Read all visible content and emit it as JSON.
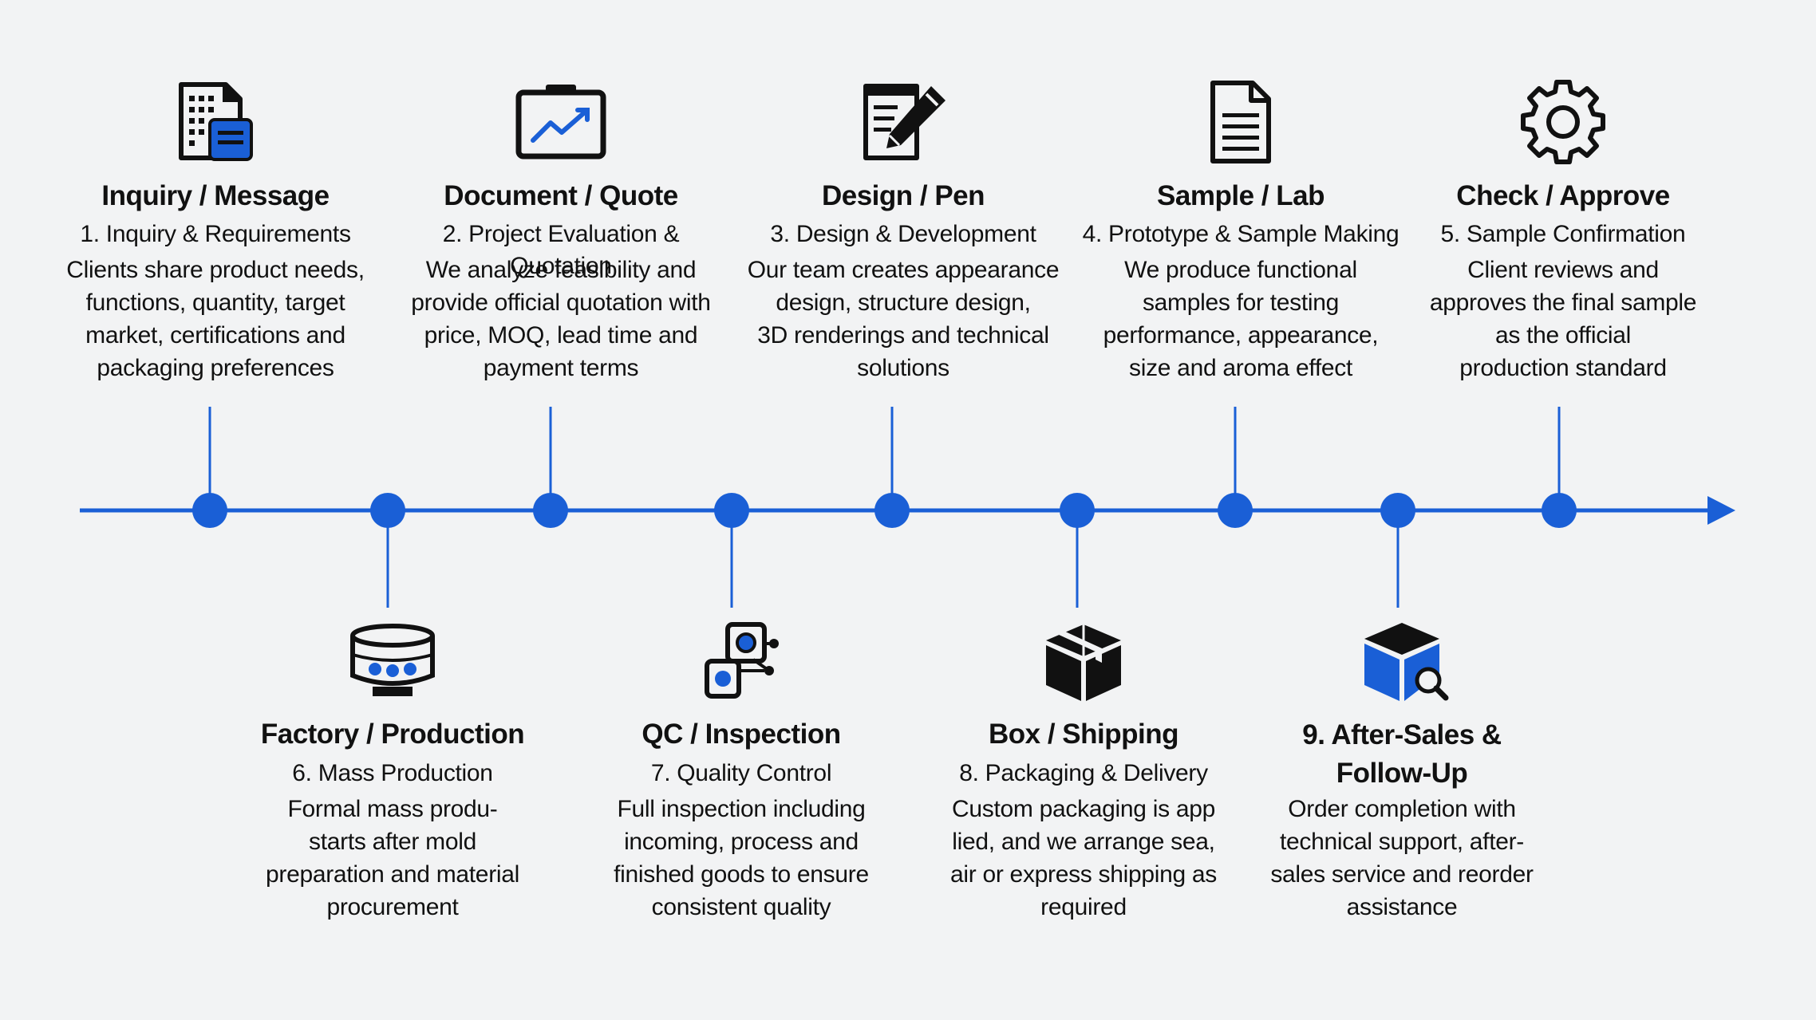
{
  "colors": {
    "accent": "#1a5fd6",
    "icon_dark": "#111111",
    "background": "#f2f3f4"
  },
  "steps": [
    {
      "title": "Inquiry / Message",
      "subtitle": "1. Inquiry & Requirements",
      "lines": [
        "Clients share product needs,",
        "functions, quantity, target",
        "market, certifications and",
        "packaging preferences"
      ],
      "icon": "inquiry-document-icon",
      "position": "top"
    },
    {
      "title": "Document / Quote",
      "subtitle": "2. Project Evaluation & Quotation",
      "lines": [
        "We analyze feasibility and",
        "provide official quotation with",
        "price, MOQ, lead time and",
        "payment terms"
      ],
      "icon": "chart-board-icon",
      "position": "top"
    },
    {
      "title": "Design / Pen",
      "subtitle": "3. Design & Development",
      "lines": [
        "Our team creates appearance",
        "design, structure design,",
        "3D renderings and technical",
        "solutions"
      ],
      "icon": "document-pen-icon",
      "position": "top"
    },
    {
      "title": "Sample / Lab",
      "subtitle": "4. Prototype & Sample Making",
      "lines": [
        "We produce functional",
        "samples for testing",
        "performance, appearance,",
        "size and aroma effect"
      ],
      "icon": "document-lines-icon",
      "position": "top"
    },
    {
      "title": "Check / Approve",
      "subtitle": "5. Sample Confirmation",
      "lines": [
        "Client reviews and",
        "approves the final sample",
        "as the official",
        "production standard"
      ],
      "icon": "gear-icon",
      "position": "top"
    },
    {
      "title": "Factory / Production",
      "subtitle": "6. Mass Production",
      "lines": [
        "Formal mass produ-",
        "starts after mold",
        "preparation and material",
        "procurement"
      ],
      "icon": "production-machine-icon",
      "position": "bottom"
    },
    {
      "title": "QC / Inspection",
      "subtitle": "7. Quality Control",
      "lines": [
        "Full inspection including",
        "incoming, process and",
        "finished goods to ensure",
        "consistent quality"
      ],
      "icon": "inspection-network-icon",
      "position": "bottom"
    },
    {
      "title": "Box / Shipping",
      "subtitle": "8. Packaging & Delivery",
      "lines": [
        "Custom packaging is app",
        "lied, and we arrange sea,",
        "air or express shipping as",
        "required"
      ],
      "icon": "box-shipping-icon",
      "position": "bottom"
    },
    {
      "title_lines": [
        "9. After-Sales &",
        "Follow-Up"
      ],
      "lines": [
        "Order completion with",
        "technical support, after-",
        "sales service and reorder",
        "assistance"
      ],
      "icon": "box-search-icon",
      "position": "bottom"
    }
  ]
}
